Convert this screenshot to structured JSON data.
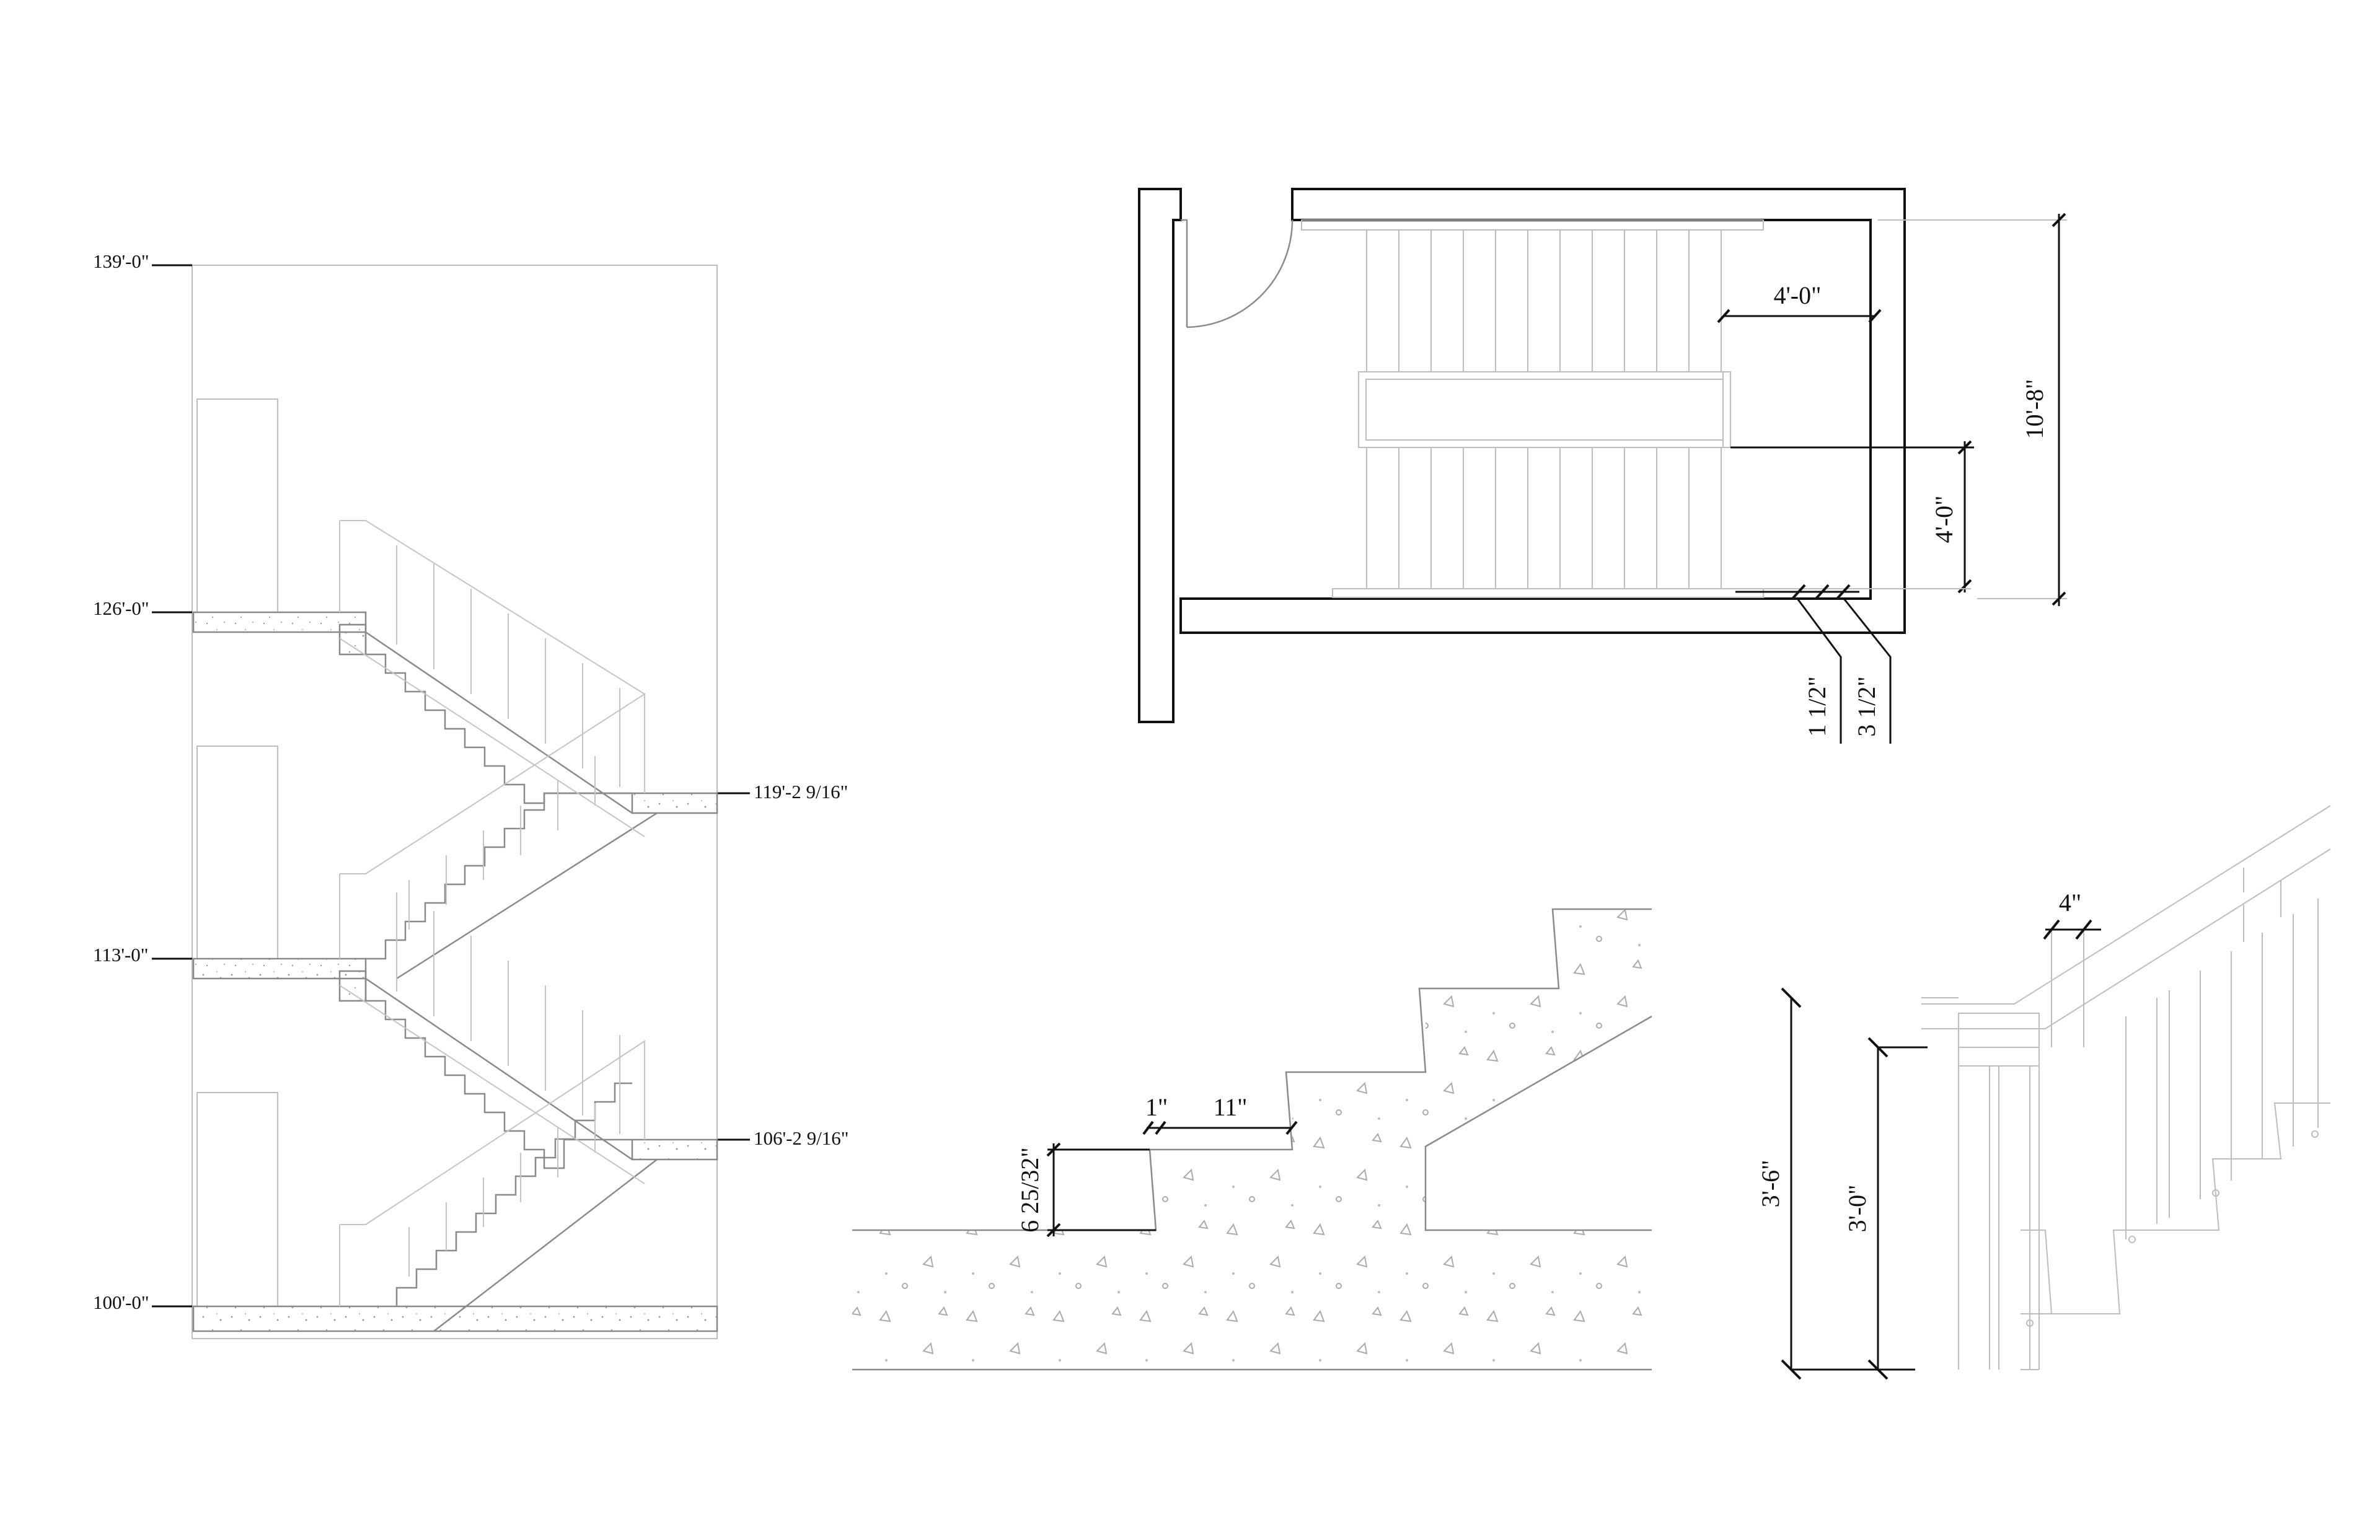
{
  "section": {
    "levels": [
      {
        "label": "139'-0\""
      },
      {
        "label": "126'-0\""
      },
      {
        "label": "113'-0\""
      },
      {
        "label": "100'-0\""
      }
    ],
    "landings": [
      {
        "label": "119'-2 9/16\""
      },
      {
        "label": "106'-2 9/16\""
      }
    ]
  },
  "plan": {
    "run_width": "4'-0\"",
    "landing_depth": "4'-0\"",
    "overall_depth": "10'-8\"",
    "handrail_offset": "1 1/2\"",
    "wall_gap": "3 1/2\""
  },
  "tread_detail": {
    "nosing": "1\"",
    "tread": "11\"",
    "riser": "6 25/32\""
  },
  "railing_detail": {
    "guard_height": "3'-6\"",
    "handrail_height": "3'-0\"",
    "baluster_spacing": "4\""
  }
}
